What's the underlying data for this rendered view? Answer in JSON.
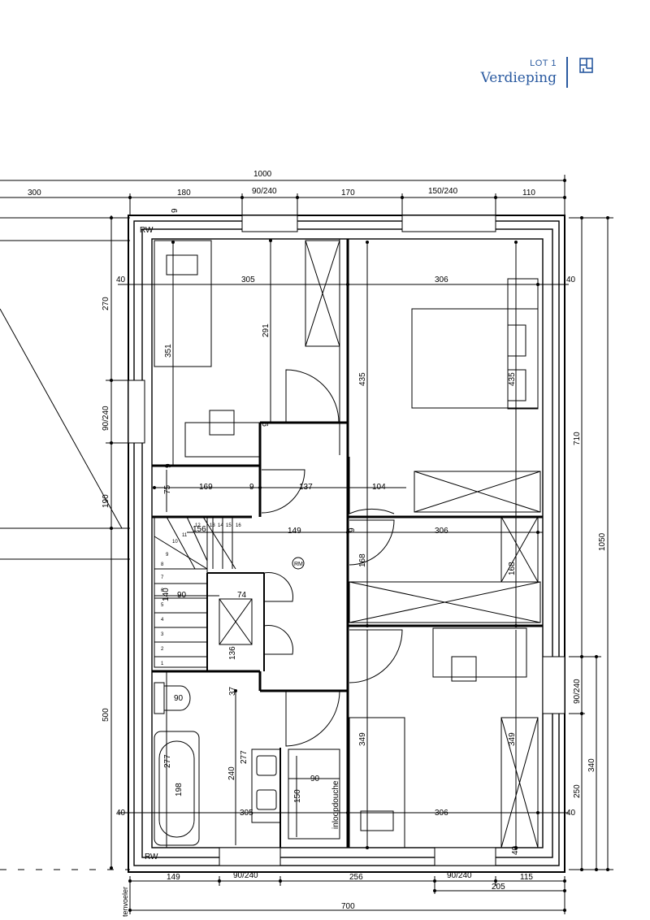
{
  "header": {
    "lot": "LOT 1",
    "title": "Verdieping",
    "icon": "floorplan-icon",
    "accent_color": "#2a5aa0"
  },
  "plan": {
    "top_dims": {
      "total": "1000",
      "d1": "300",
      "d2": "180",
      "d3": "90/240",
      "d4": "170",
      "d5": "150/240",
      "d6": "110"
    },
    "bottom_dims": {
      "d1": "149",
      "d2": "90/240",
      "d3": "256",
      "d4": "90/240",
      "d5": "115",
      "d6": "205",
      "total": "700"
    },
    "right_dims": {
      "total": "1050",
      "upper": "710",
      "win": "90/240",
      "d340": "340",
      "d250": "250"
    },
    "left_dims": {
      "d270": "270",
      "win": "90/240",
      "d190": "190",
      "d500": "500",
      "cut": "tenvoeler"
    },
    "labels": {
      "rw_top": "RW",
      "rw_bottom": "RW",
      "rm": "RM",
      "inloopdouche": "inloopdouche",
      "w40a": "40",
      "w40b": "40",
      "w40c": "40",
      "w40d": "40",
      "w40e": "40",
      "r305a": "305",
      "r306a": "306",
      "r291": "291",
      "r351": "351",
      "r435a": "435",
      "r435b": "435",
      "r75": "75",
      "r169": "169",
      "r9a": "9",
      "r137": "137",
      "r104": "104",
      "r156": "156",
      "r149": "149",
      "r306b": "306",
      "r168a": "168",
      "r168b": "168",
      "r90a": "90",
      "r74": "74",
      "r140": "140",
      "r136": "136",
      "r37": "37",
      "r90b": "90",
      "r277a": "277",
      "r198": "198",
      "r240": "240",
      "r277b": "277",
      "r150": "150",
      "r90c": "90",
      "r305b": "305",
      "r349a": "349",
      "r349b": "349",
      "r306c": "306",
      "r9b": "9",
      "r9c": "9",
      "r9d": "9",
      "r9e": "9"
    },
    "stair_steps": [
      "1",
      "2",
      "3",
      "4",
      "5",
      "6",
      "7",
      "8",
      "9",
      "10",
      "11",
      "12",
      "13",
      "14",
      "15",
      "16"
    ]
  }
}
